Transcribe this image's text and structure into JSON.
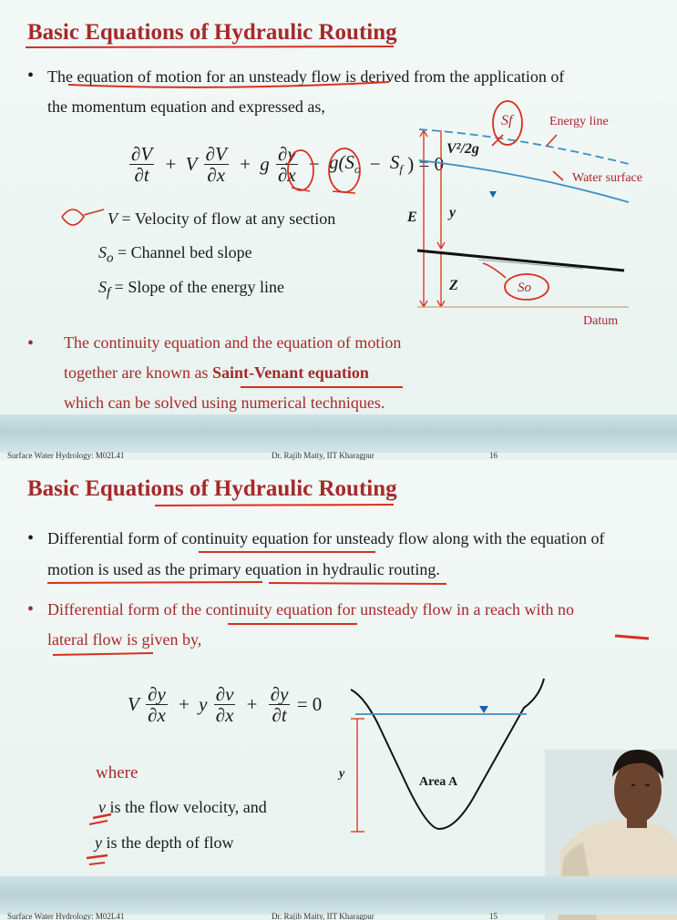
{
  "slide1": {
    "title": "Basic Equations of Hydraulic Routing",
    "bullet1_line1": "The equation of motion for an unsteady flow is derived from the application of",
    "bullet1_line2": "the momentum equation and expressed as,",
    "equation": {
      "t1_num": "∂V",
      "t1_den": "∂t",
      "t2_coef": "V",
      "t2_num": "∂V",
      "t2_den": "∂x",
      "t3_coef": "g",
      "t3_num": "∂y",
      "t3_den": "∂x",
      "t4": "g(S",
      "t4_sub": "o",
      "t5": "S",
      "t5_sub": "f",
      "rhs": ") = 0"
    },
    "definitions": [
      {
        "sym": "V",
        "sub": "",
        "text": "= Velocity of flow at any section"
      },
      {
        "sym": "S",
        "sub": "o",
        "text": "= Channel bed slope"
      },
      {
        "sym": "S",
        "sub": "f",
        "text": "= Slope of the energy line"
      }
    ],
    "diagram": {
      "energy_line": "Energy line",
      "water_surface": "Water surface",
      "velocity_head": "V²/2g",
      "E": "E",
      "y": "y",
      "Z": "Z",
      "sf": "Sf",
      "so": "So",
      "datum": "Datum"
    },
    "bullet2_line1": "The continuity equation and the equation of motion",
    "bullet2_line2_pre": "together are known as ",
    "bullet2_line2_bold": "Saint-Venant equation",
    "bullet2_line3": "which can be solved using numerical techniques.",
    "footer_left": "Surface Water Hydrology: M02L41",
    "footer_center": "Dr. Rajib Maity, IIT Kharagpur",
    "footer_page": "16"
  },
  "slide2": {
    "title": "Basic Equations of Hydraulic Routing",
    "bullet1_line1": "Differential form of continuity equation for unsteady flow along with the equation of",
    "bullet1_line2": "motion is  used as the primary equation in hydraulic routing.",
    "bullet2_line1": "Differential form of the continuity equation for unsteady flow in a reach with no",
    "bullet2_line2": "lateral flow is given by,",
    "equation": {
      "t1_coef": "V",
      "t1_num": "∂y",
      "t1_den": "∂x",
      "t2_coef": "y",
      "t2_num": "∂v",
      "t2_den": "∂x",
      "t3_num": "∂y",
      "t3_den": "∂t",
      "rhs": "= 0"
    },
    "where": "where",
    "def1_sym": "v",
    "def1_text": " is the flow velocity, and",
    "def2_sym": "y",
    "def2_text": " is the depth of flow",
    "diagram": {
      "y": "y",
      "area": "Area A"
    },
    "footer_left": "Surface Water Hydrology: M02L41",
    "footer_center": "Dr. Rajib Maity, IIT Kharagpur",
    "footer_page": "15"
  }
}
